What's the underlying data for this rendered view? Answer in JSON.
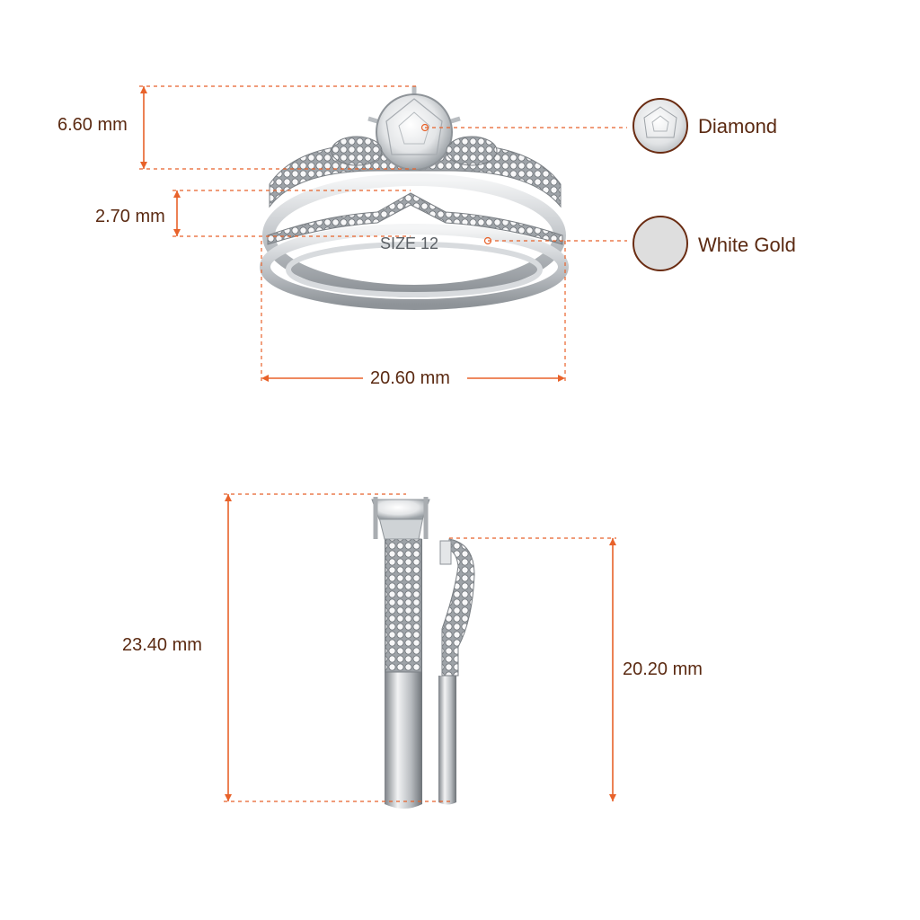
{
  "colors": {
    "dimension_line": "#e8622a",
    "label_text": "#5b2a12",
    "metal": "#c9cdd1",
    "metal_dark": "#8b9096",
    "white_gold_swatch": "#dedede"
  },
  "front_view": {
    "dimensions": {
      "head_height": "6.60 mm",
      "band_height": "2.70 mm",
      "width": "20.60 mm"
    },
    "engraving": "SIZE 12"
  },
  "legend": [
    {
      "icon": "diamond-swatch-icon",
      "label": "Diamond"
    },
    {
      "icon": "white-gold-swatch-icon",
      "label": "White Gold"
    }
  ],
  "side_view": {
    "dimensions": {
      "engagement_ring_height": "23.40 mm",
      "wedding_band_height": "20.20 mm"
    }
  }
}
